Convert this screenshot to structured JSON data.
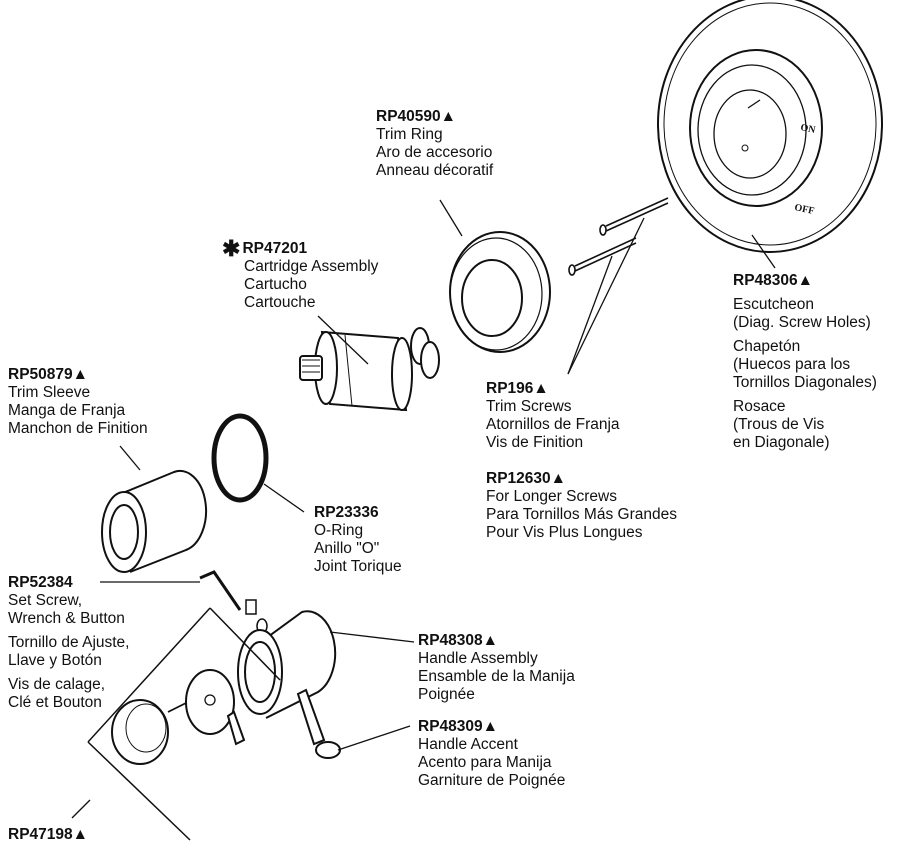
{
  "parts": {
    "trim_ring": {
      "part": "RP40590▲",
      "lines": [
        "Trim Ring",
        "Aro de accesorio",
        "Anneau décoratif"
      ]
    },
    "cartridge": {
      "marker": "✱",
      "part": "RP47201",
      "lines": [
        "Cartridge Assembly",
        "Cartucho",
        "Cartouche"
      ]
    },
    "escutcheon": {
      "part": "RP48306▲",
      "lines": [
        "Escutcheon",
        "(Diag. Screw Holes)",
        "Chapetón",
        "(Huecos para los",
        "Tornillos Diagonales)",
        "Rosace",
        "(Trous de Vis",
        "en Diagonale)"
      ]
    },
    "trim_sleeve": {
      "part": "RP50879▲",
      "lines": [
        "Trim Sleeve",
        "Manga de Franja",
        "Manchon de Finition"
      ]
    },
    "trim_screws": {
      "part": "RP196▲",
      "lines": [
        "Trim Screws",
        "Atornillos de Franja",
        "Vis de Finition"
      ]
    },
    "longer_screws": {
      "part": "RP12630▲",
      "lines": [
        "For Longer Screws",
        "Para Tornillos Más Grandes",
        "Pour Vis Plus Longues"
      ]
    },
    "o_ring": {
      "part": "RP23336",
      "lines": [
        "O-Ring",
        "Anillo \"O\"",
        "Joint Torique"
      ]
    },
    "set_screw": {
      "part": "RP52384",
      "lines": [
        "Set Screw,",
        "Wrench & Button",
        "Tornillo de Ajuste,",
        "Llave y Botón",
        "Vis de calage,",
        "Clé et Bouton"
      ]
    },
    "handle_assembly": {
      "part": "RP48308▲",
      "lines": [
        "Handle Assembly",
        "Ensamble de la Manija",
        "Poignée"
      ]
    },
    "handle_accent": {
      "part": "RP48309▲",
      "lines": [
        "Handle Accent",
        "Acento para Manija",
        "Garniture de Poignée"
      ]
    },
    "lever_kit": {
      "part": "RP47198▲"
    }
  },
  "escutcheon_marks": {
    "on": "ON",
    "off": "OFF"
  }
}
